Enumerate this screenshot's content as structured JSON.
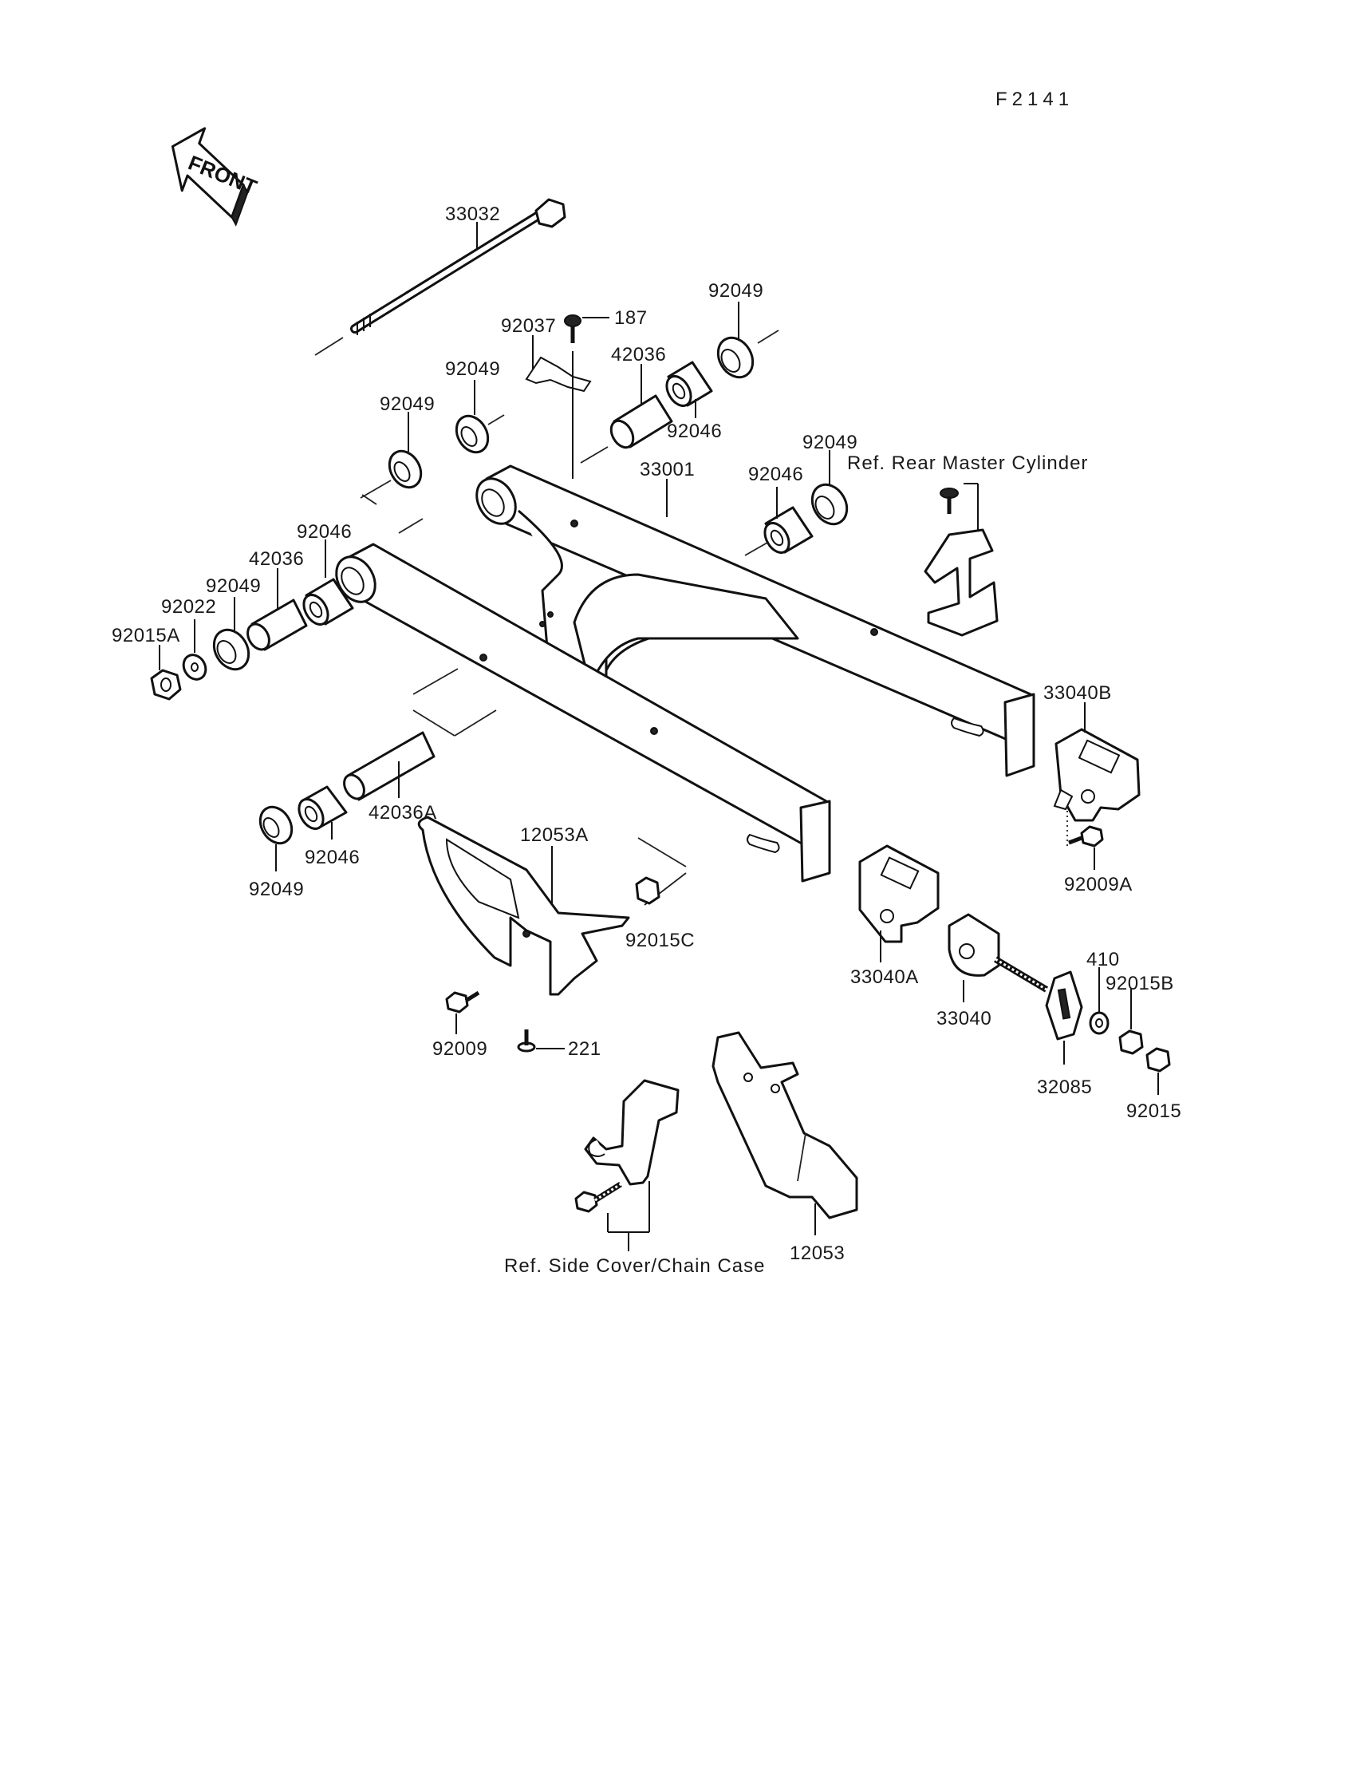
{
  "figure_code": "F2141",
  "front_label": "FRONT",
  "labels": {
    "p33032": "33032",
    "p92037": "92037",
    "p187": "187",
    "p92049_topright": "92049",
    "p42036_top": "42036",
    "p92046_top": "92046",
    "p92049_mid": "92049",
    "p92049_left": "92049",
    "p33001": "33001",
    "p92049_right": "92049",
    "p92046_right": "92046",
    "ref_rear_master": "Ref. Rear Master Cylinder",
    "p92046_left": "92046",
    "p42036_left": "42036",
    "p92049_farleft": "92049",
    "p92022": "92022",
    "p92015A": "92015A",
    "p33040B": "33040B",
    "p42036A": "42036A",
    "p12053A": "12053A",
    "p92049_bottom": "92049",
    "p92046_bottom": "92046",
    "p92015C": "92015C",
    "p92009A": "92009A",
    "p33040A": "33040A",
    "p33040": "33040",
    "p410": "410",
    "p92015B": "92015B",
    "p32085": "32085",
    "p92015": "92015",
    "p92009": "92009",
    "p221": "221",
    "p12053": "12053",
    "ref_side_cover": "Ref. Side Cover/Chain Case"
  }
}
